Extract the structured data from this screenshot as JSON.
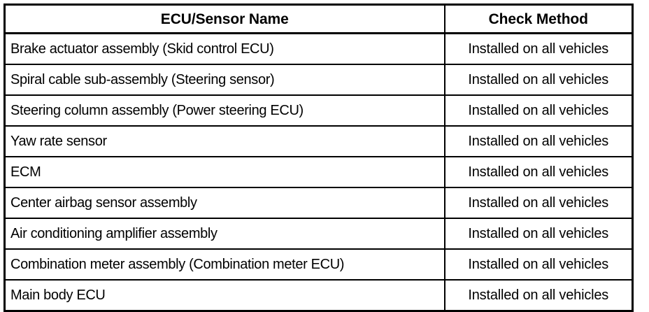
{
  "table": {
    "columns": [
      {
        "key": "name",
        "label": "ECU/Sensor Name"
      },
      {
        "key": "check",
        "label": "Check Method"
      }
    ],
    "rows": [
      {
        "name": "Brake actuator assembly (Skid control ECU)",
        "check": "Installed on all vehicles"
      },
      {
        "name": "Spiral cable sub-assembly (Steering sensor)",
        "check": "Installed on all vehicles"
      },
      {
        "name": "Steering column assembly (Power steering ECU)",
        "check": "Installed on all vehicles"
      },
      {
        "name": "Yaw rate sensor",
        "check": "Installed on all vehicles"
      },
      {
        "name": "ECM",
        "check": "Installed on all vehicles"
      },
      {
        "name": "Center airbag sensor assembly",
        "check": "Installed on all vehicles"
      },
      {
        "name": "Air conditioning amplifier assembly",
        "check": "Installed on all vehicles"
      },
      {
        "name": "Combination meter assembly (Combination meter ECU)",
        "check": "Installed on all vehicles"
      },
      {
        "name": "Main body ECU",
        "check": "Installed on all vehicles"
      }
    ],
    "colors": {
      "border": "#000000",
      "text": "#000000",
      "background": "#ffffff"
    }
  }
}
